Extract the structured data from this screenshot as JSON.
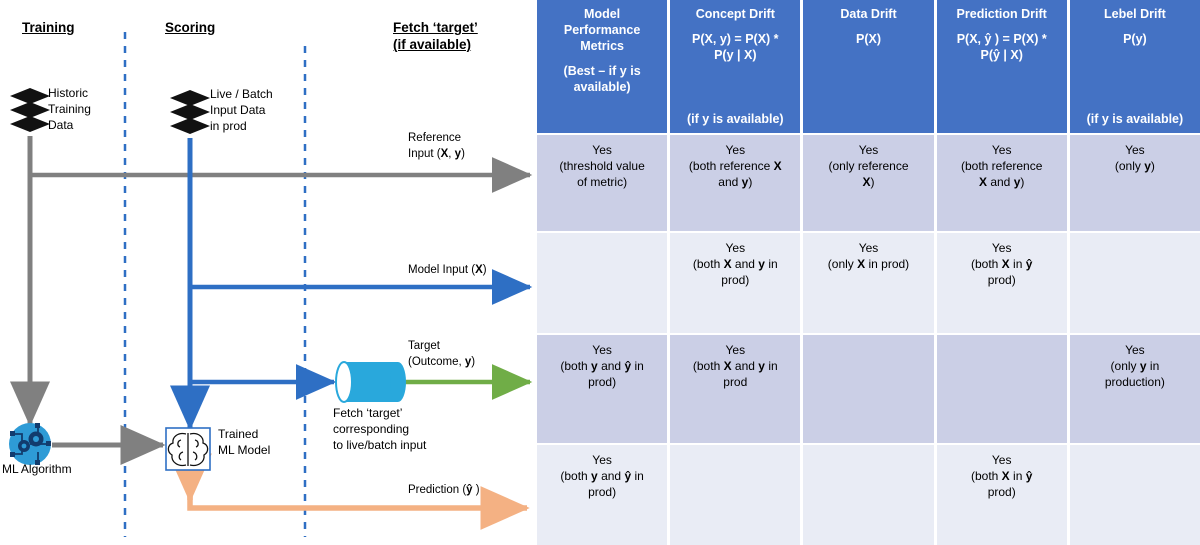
{
  "diagram": {
    "phases": [
      {
        "title": "Training",
        "sub": ""
      },
      {
        "title": "Scoring",
        "sub": ""
      },
      {
        "title": "Fetch ‘target’",
        "sub": "(if available)"
      }
    ],
    "nodes": [
      {
        "name": "historic-training-data",
        "lines": [
          "Historic",
          "Training",
          "Data"
        ],
        "icon": "data-stack-icon"
      },
      {
        "name": "live-batch-input-data",
        "lines": [
          "Live / Batch",
          "Input Data",
          "in prod"
        ],
        "icon": "data-stack-icon"
      },
      {
        "name": "ml-algorithm",
        "lines": [
          "ML Algorithm"
        ],
        "icon": "ml-algorithm-icon"
      },
      {
        "name": "trained-ml-model",
        "lines": [
          "Trained",
          "ML Model"
        ],
        "icon": "brain-icon"
      },
      {
        "name": "fetch-target-store",
        "lines": [
          "Fetch ‘target’",
          "corresponding",
          "to live/batch input"
        ],
        "icon": "database-cylinder-icon"
      }
    ],
    "flows": [
      {
        "name": "reference-input-arrow",
        "label_lines": [
          "Reference",
          "Input (X, y)"
        ],
        "color": "#808080"
      },
      {
        "name": "model-input-arrow",
        "label_lines": [
          "Model Input (X)"
        ],
        "color": "#2E6FC4"
      },
      {
        "name": "target-outcome-arrow",
        "label_lines": [
          "Target",
          "(Outcome, y)"
        ],
        "color": "#70AD47"
      },
      {
        "name": "prediction-arrow",
        "label_lines": [
          "Prediction (ŷ )"
        ],
        "color": "#F4B183"
      }
    ]
  },
  "table": {
    "header_bg": "#4472C4",
    "band_dark": "#CBCFE6",
    "band_light": "#E9ECF5",
    "columns": [
      {
        "name": "model-performance-metrics",
        "title_lines": [
          "Model",
          "Performance",
          "Metrics"
        ],
        "formula_lines": [],
        "note_lines": [
          "(Best – if y is",
          "available)"
        ]
      },
      {
        "name": "concept-drift",
        "title_lines": [
          "Concept Drift"
        ],
        "formula_lines": [
          "P(X, y) = P(X) *",
          "P(y | X)"
        ],
        "note_lines": [
          "(if y is available)"
        ]
      },
      {
        "name": "data-drift",
        "title_lines": [
          "Data Drift"
        ],
        "formula_lines": [
          "P(X)"
        ],
        "note_lines": []
      },
      {
        "name": "prediction-drift",
        "title_lines": [
          "Prediction Drift"
        ],
        "formula_lines": [
          "P(X, ŷ ) = P(X) *",
          "P(ŷ | X)"
        ],
        "note_lines": []
      },
      {
        "name": "lebel-drift",
        "title_lines": [
          "Lebel Drift"
        ],
        "formula_lines": [
          "P(y)"
        ],
        "note_lines": [
          "(if y is available)"
        ]
      }
    ],
    "rows": [
      {
        "band": "dark",
        "cells": [
          [
            "Yes",
            "(threshold value",
            "of metric)"
          ],
          [
            "Yes",
            "(both reference X",
            "and y)"
          ],
          [
            "Yes",
            "(only reference",
            "X)"
          ],
          [
            "Yes",
            "(both reference",
            "X and y)"
          ],
          [
            "Yes",
            "(only y)"
          ]
        ]
      },
      {
        "band": "light",
        "cells": [
          [],
          [
            "Yes",
            "(both X and y in",
            "prod)"
          ],
          [
            "Yes",
            "(only X in prod)"
          ],
          [
            "Yes",
            "(both X in ŷ",
            "prod)"
          ],
          []
        ]
      },
      {
        "band": "dark",
        "cells": [
          [
            "Yes",
            "(both y and ŷ in",
            "prod)"
          ],
          [
            "Yes",
            "(both X and y in",
            "prod"
          ],
          [],
          [],
          [
            "Yes",
            "(only y in",
            "production)"
          ]
        ]
      },
      {
        "band": "light",
        "cells": [
          [
            "Yes",
            "(both y and ŷ  in",
            "prod)"
          ],
          [],
          [],
          [
            "Yes",
            "(both X in ŷ",
            "prod)"
          ],
          []
        ]
      }
    ]
  }
}
